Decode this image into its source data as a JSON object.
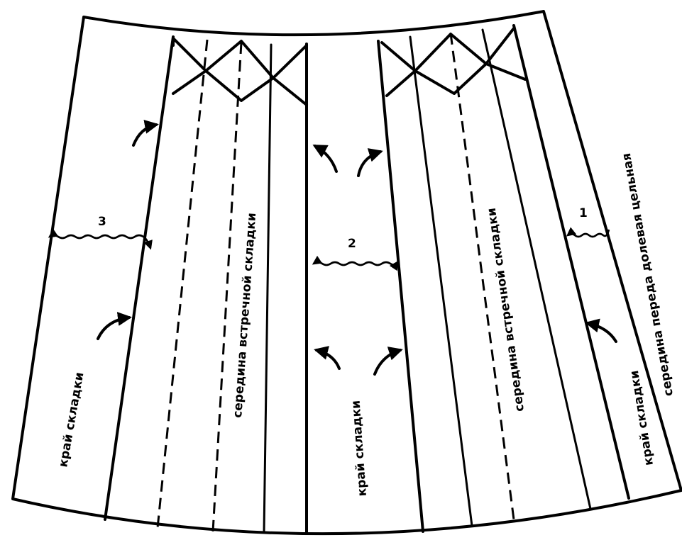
{
  "labels": {
    "fold_edge": "край складки",
    "box_pleat_middle": "середина встречной складки",
    "front_middle_whole": "середина переда долевая цельная",
    "marker_1": "1",
    "marker_2": "2",
    "marker_3": "3"
  }
}
